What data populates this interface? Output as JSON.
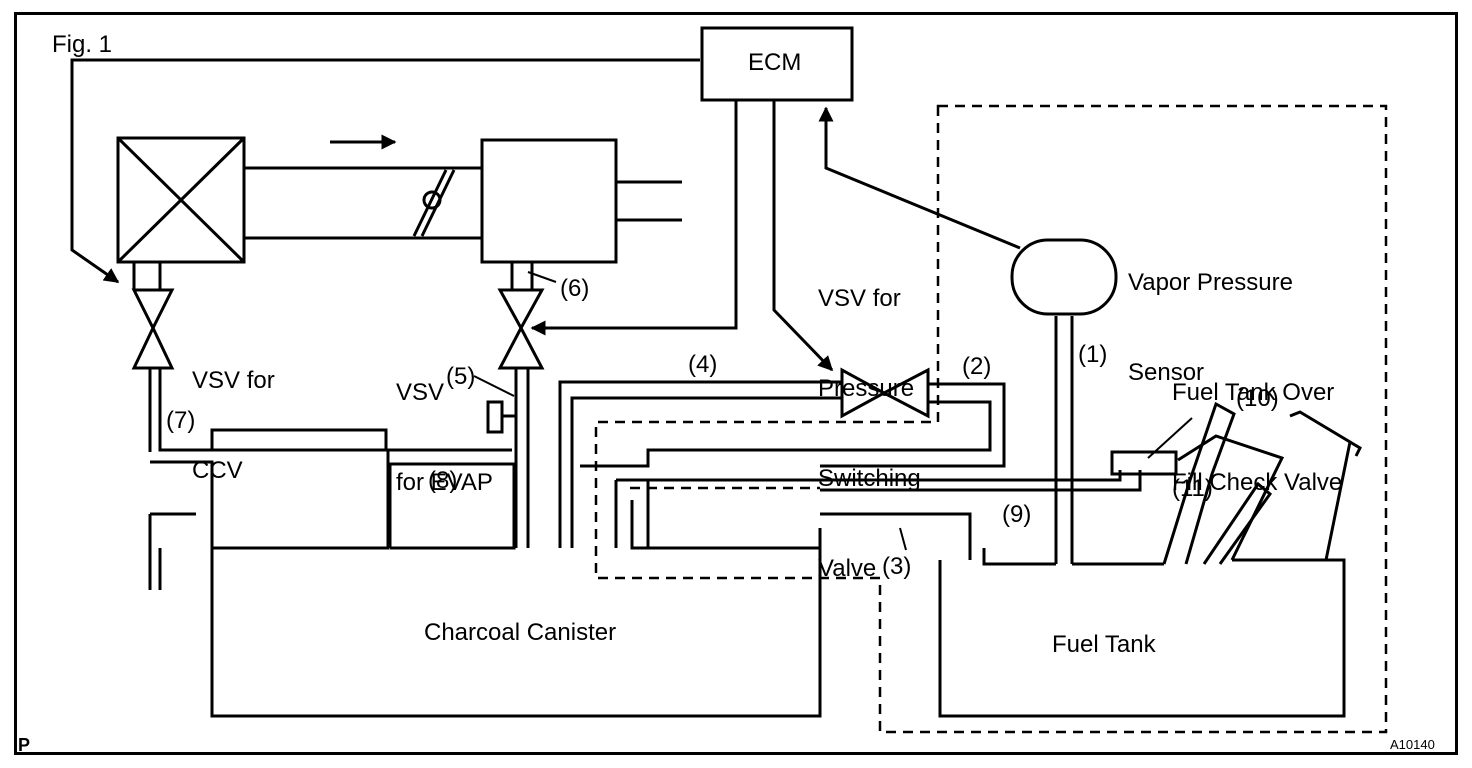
{
  "figure_label": "Fig. 1",
  "corner_mark": "P",
  "figure_code": "A10140",
  "components": {
    "ecm": "ECM",
    "vsv_ccv": [
      "VSV for",
      "CCV"
    ],
    "vsv_evap": [
      "VSV",
      "for EVAP"
    ],
    "vsv_pressure": [
      "VSV for",
      "Pressure",
      "Switching",
      "Valve"
    ],
    "vapor_sensor": [
      "Vapor Pressure",
      "Sensor"
    ],
    "check_valve": [
      "Fuel Tank Over",
      "Fill Check Valve"
    ],
    "canister": "Charcoal Canister",
    "fuel_tank": "Fuel Tank"
  },
  "numbers": {
    "n1": "(1)",
    "n2": "(2)",
    "n3": "(3)",
    "n4": "(4)",
    "n5": "(5)",
    "n6": "(6)",
    "n7": "(7)",
    "n8": "(8)",
    "n9": "(9)",
    "n10": "(10)",
    "n11": "(11)"
  }
}
